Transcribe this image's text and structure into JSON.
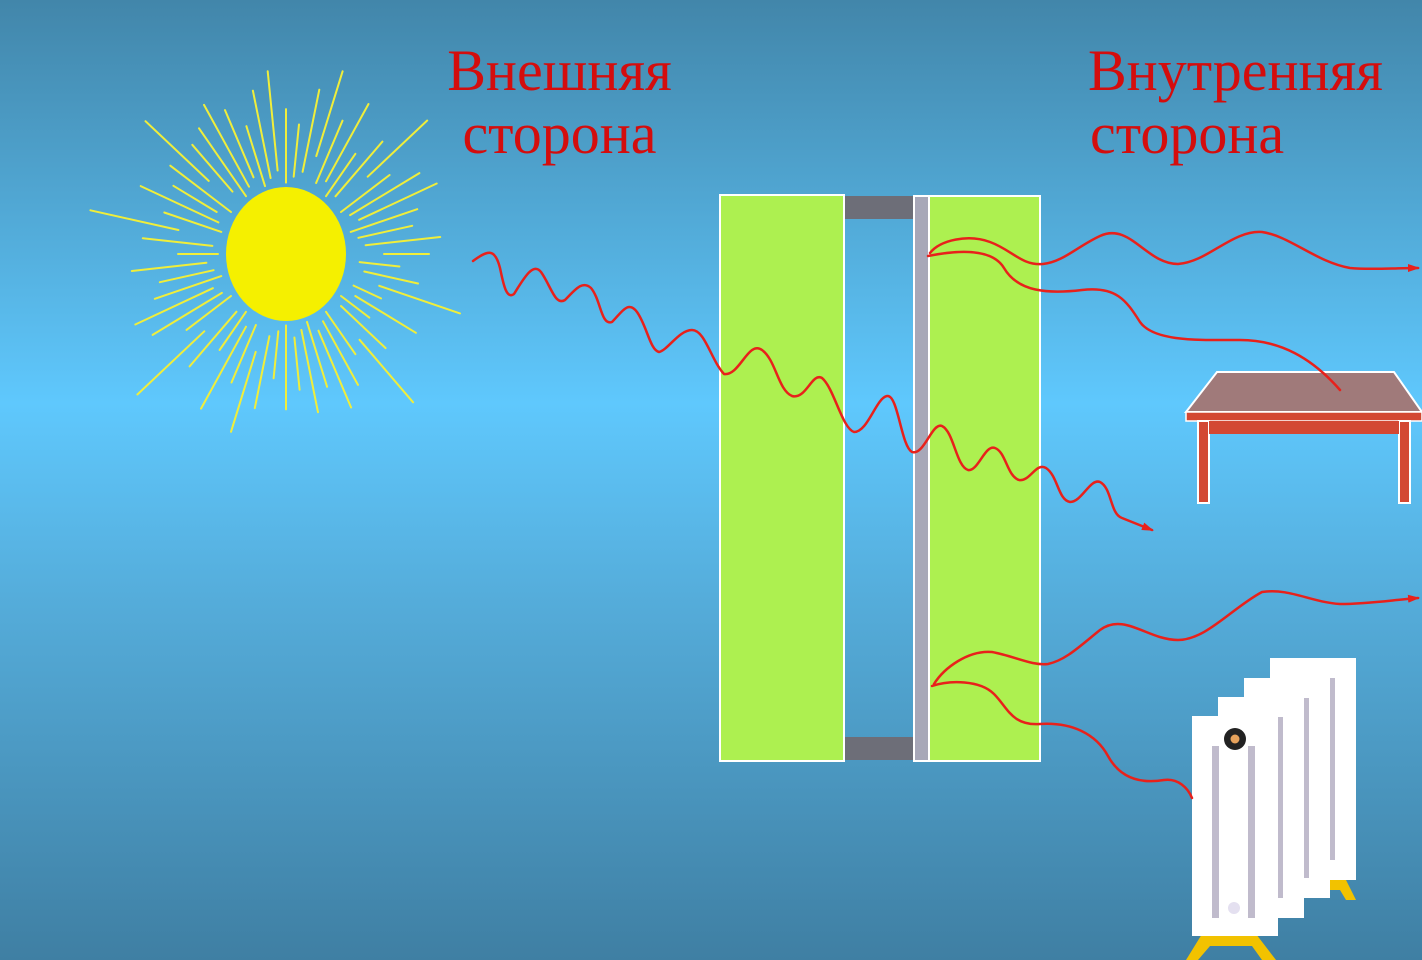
{
  "labels": {
    "outer_line1": "Внешняя",
    "outer_line2": "сторона",
    "inner_line1": "Внутренняя",
    "inner_line2": "сторона"
  },
  "colors": {
    "label": "#d40d0d",
    "sun": "#f5f000",
    "sun_rays": "#f0ee3a",
    "glass_pane": "#adf050",
    "spacer": "#6d6e78",
    "low_e_film": "#a7a7b8",
    "heat_ray": "#e8211b",
    "table_top": "#a07a7a",
    "table_frame": "#d34833",
    "radiator": "#ffffff",
    "radiator_fin": "#c0bbcc",
    "radiator_feet": "#f2c200"
  },
  "icons": [
    "sun-icon",
    "table-icon",
    "radiator-icon"
  ]
}
